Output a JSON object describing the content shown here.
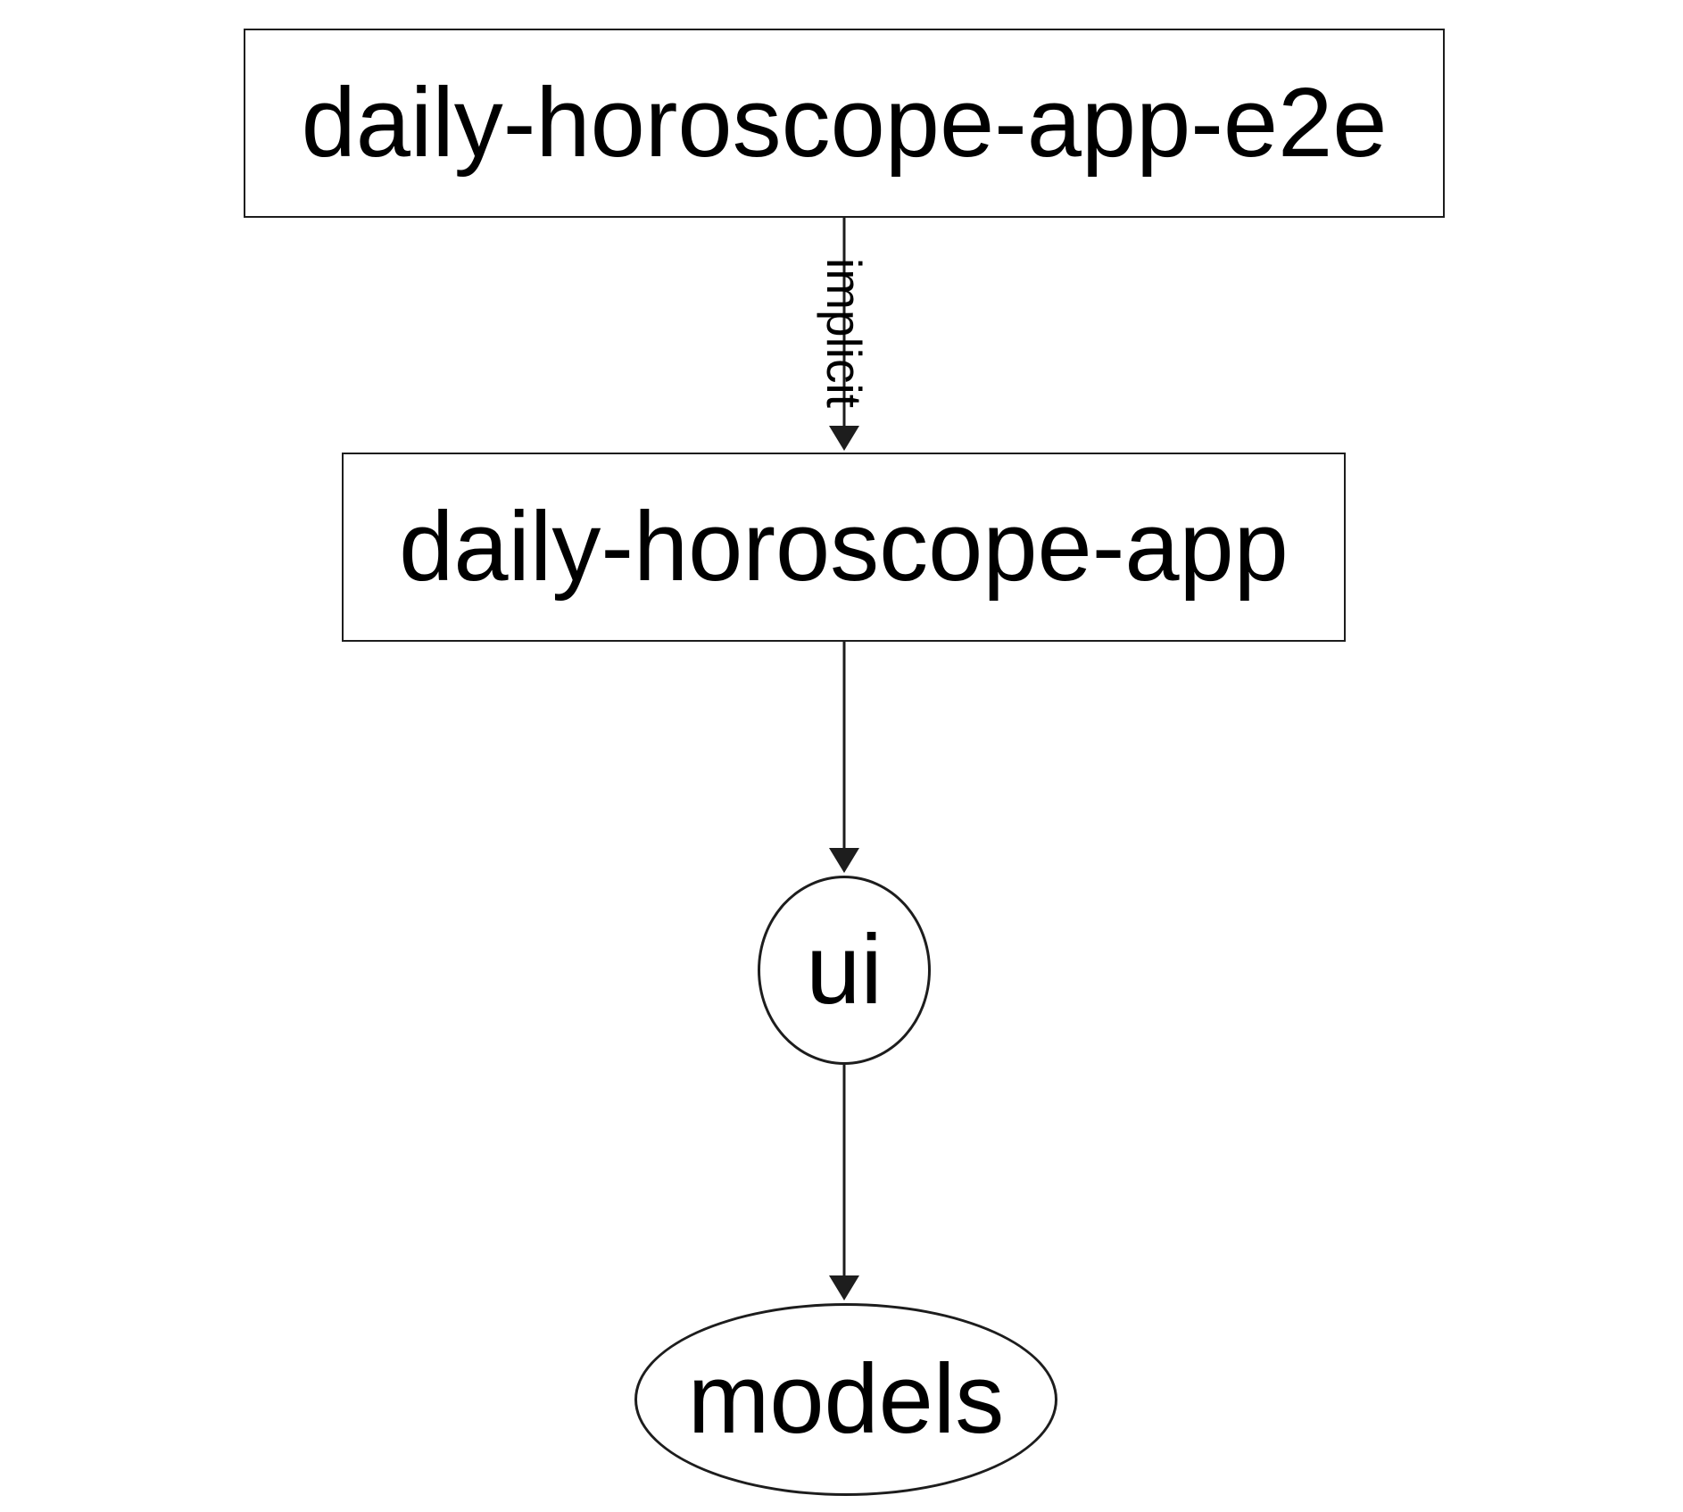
{
  "diagram": {
    "type": "dependency-graph",
    "direction": "top-to-bottom",
    "nodes": [
      {
        "id": "daily-horoscope-app-e2e",
        "label": "daily-horoscope-app-e2e",
        "shape": "rectangle"
      },
      {
        "id": "daily-horoscope-app",
        "label": "daily-horoscope-app",
        "shape": "rectangle"
      },
      {
        "id": "ui",
        "label": "ui",
        "shape": "ellipse"
      },
      {
        "id": "models",
        "label": "models",
        "shape": "ellipse"
      }
    ],
    "edges": [
      {
        "from": "daily-horoscope-app-e2e",
        "to": "daily-horoscope-app",
        "label": "implicit",
        "label_rotation_deg": 90
      },
      {
        "from": "daily-horoscope-app",
        "to": "ui",
        "label": ""
      },
      {
        "from": "ui",
        "to": "models",
        "label": ""
      }
    ],
    "colors": {
      "background": "#ffffff",
      "stroke": "#1d1d1d",
      "text": "#000000",
      "node_fill": "#ffffff"
    }
  }
}
